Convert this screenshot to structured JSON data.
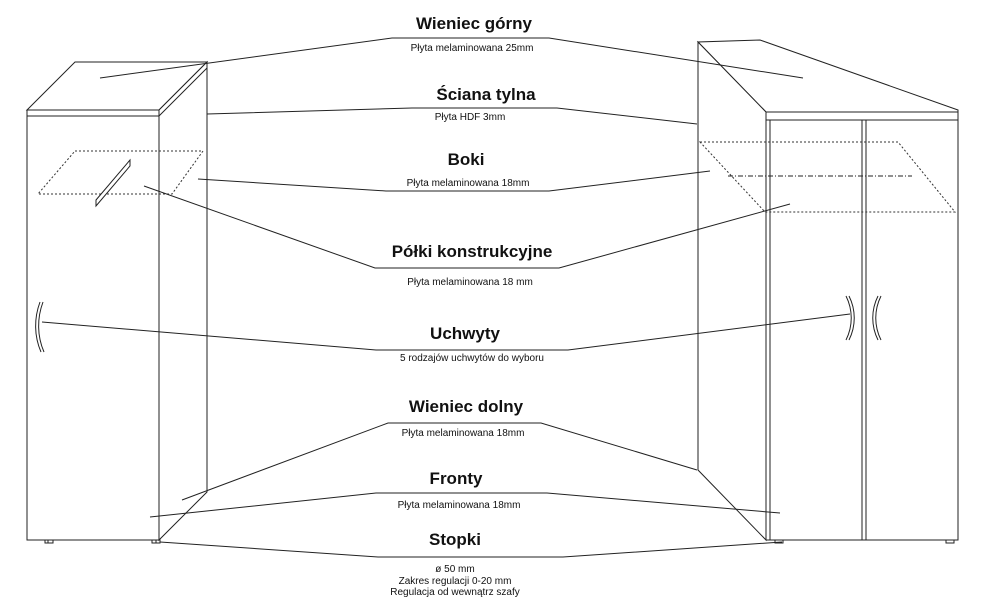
{
  "labels": [
    {
      "id": "wieniec-gorny",
      "title": "Wieniec górny",
      "description": [
        "Płyta melaminowana 25mm"
      ]
    },
    {
      "id": "sciana-tylna",
      "title": "Ściana tylna",
      "description": [
        "Płyta HDF 3mm"
      ]
    },
    {
      "id": "boki",
      "title": "Boki",
      "description": [
        "Płyta melaminowana 18mm"
      ]
    },
    {
      "id": "polki-konstrukcyjne",
      "title": "Półki konstrukcyjne",
      "description": [
        "Płyta melaminowana 18 mm"
      ]
    },
    {
      "id": "uchwyty",
      "title": "Uchwyty",
      "description": [
        "5 rodzajów uchwytów do wyboru"
      ]
    },
    {
      "id": "wieniec-dolny",
      "title": "Wieniec dolny",
      "description": [
        "Płyta melaminowana 18mm"
      ]
    },
    {
      "id": "fronty",
      "title": "Fronty",
      "description": [
        "Płyta melaminowana 18mm"
      ]
    },
    {
      "id": "stopki",
      "title": "Stopki",
      "description": [
        "ø 50 mm",
        "Zakres regulacji 0-20 mm",
        "Regulacja od wewnątrz szafy"
      ]
    }
  ],
  "colors": {
    "line": "#222222",
    "dashed": "#333333",
    "background": "#ffffff"
  }
}
